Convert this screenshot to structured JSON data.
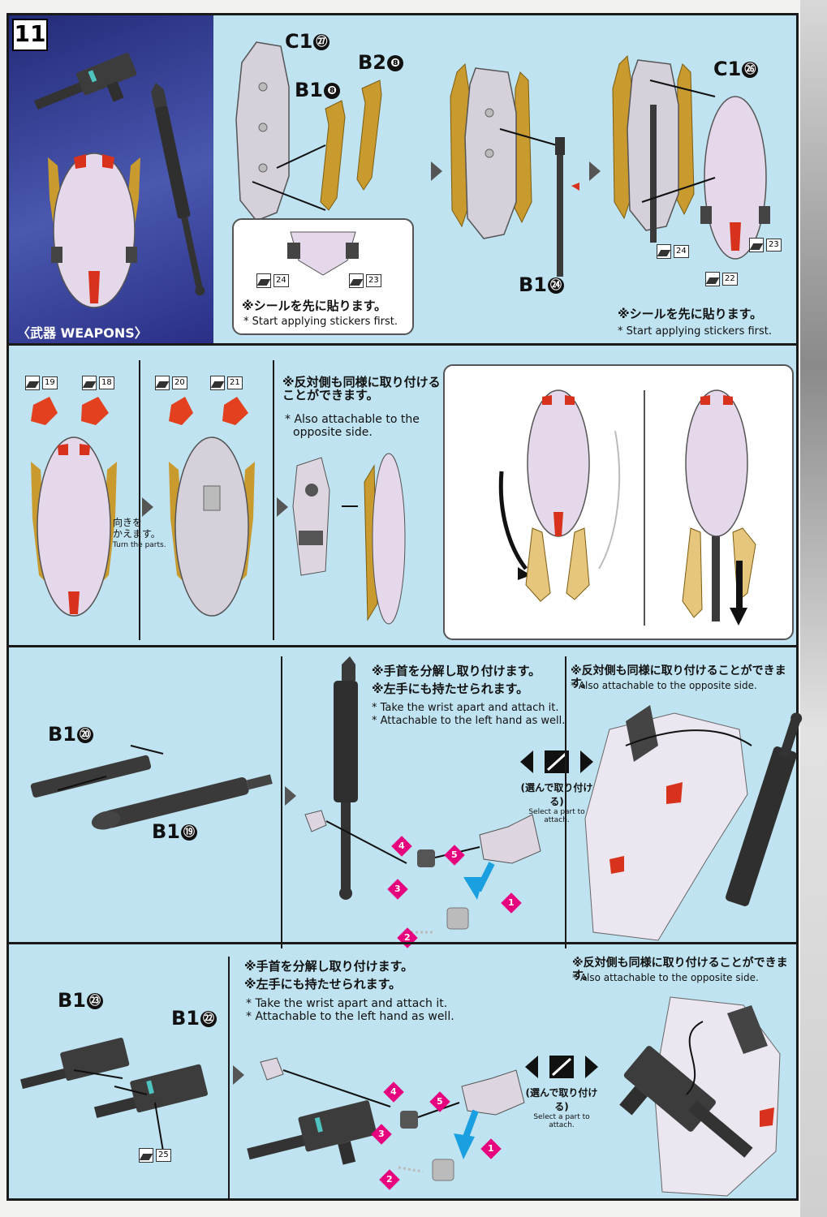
{
  "step": {
    "number": "11"
  },
  "section1": {
    "weapons_label": "〈武器 WEAPONS〉",
    "parts_a": {
      "c1_27": "C1",
      "n27": "㉗",
      "b2_8": "B2",
      "n8b": "❽",
      "b1_8": "B1",
      "n8a": "❽"
    },
    "stickers_callout": [
      "24",
      "23"
    ],
    "note_jp": "※シールを先に貼ります。",
    "note_en": "* Start applying stickers first.",
    "b1_24": "B1",
    "n24": "㉔",
    "c1_26": "C1",
    "n26": "㉖",
    "stickers_right": [
      "24",
      "23",
      "22"
    ],
    "note_jp_2": "※シールを先に貼ります。",
    "note_en_2": "* Start applying stickers first."
  },
  "section2": {
    "stickers_a": [
      "19",
      "18"
    ],
    "stickers_b": [
      "20",
      "21"
    ],
    "turn_jp_1": "向きを",
    "turn_jp_2": "かえます。",
    "turn_en": "Turn the parts.",
    "note_jp_1": "※反対側も同様に取り付ける",
    "note_jp_2": "ことができます。",
    "note_en_1": "* Also attachable to the",
    "note_en_2": "opposite side."
  },
  "section3": {
    "b1_20": "B1",
    "n20": "⑳",
    "b1_19": "B1",
    "n19": "⑲",
    "note_jp_1": "※手首を分解し取り付けます。",
    "note_jp_2": "※左手にも持たせられます。",
    "note_en_1": "* Take the wrist apart and attach it.",
    "note_en_2": "* Attachable to the left hand as well.",
    "select_jp": "(選んで取り付ける)",
    "select_en": "Select a part to attach.",
    "opp_jp": "※反対側も同様に取り付けることができます。",
    "opp_en": "* Also attachable to the opposite side.",
    "steps": [
      "1",
      "2",
      "3",
      "4",
      "5"
    ]
  },
  "section4": {
    "b1_23": "B1",
    "n23": "㉓",
    "b1_22": "B1",
    "n22": "㉒",
    "sticker": "25",
    "note_jp_1": "※手首を分解し取り付けます。",
    "note_jp_2": "※左手にも持たせられます。",
    "note_en_1": "* Take the wrist apart and attach it.",
    "note_en_2": "* Attachable to the left hand as well.",
    "select_jp": "(選んで取り付ける)",
    "select_en": "Select a part to attach.",
    "opp_jp": "※反対側も同様に取り付けることができます。",
    "opp_en": "* Also attachable to the opposite side.",
    "steps": [
      "1",
      "2",
      "3",
      "4",
      "5"
    ]
  },
  "colors": {
    "panel_bg": "#bfe3f0",
    "weapons_bg": "#3a46a0",
    "gold": "#c99a2e",
    "shield": "#e4d8ea",
    "red": "#d8321c",
    "dark": "#333333",
    "badge": "#e6007e",
    "blue_arrow": "#1aa0e0"
  }
}
